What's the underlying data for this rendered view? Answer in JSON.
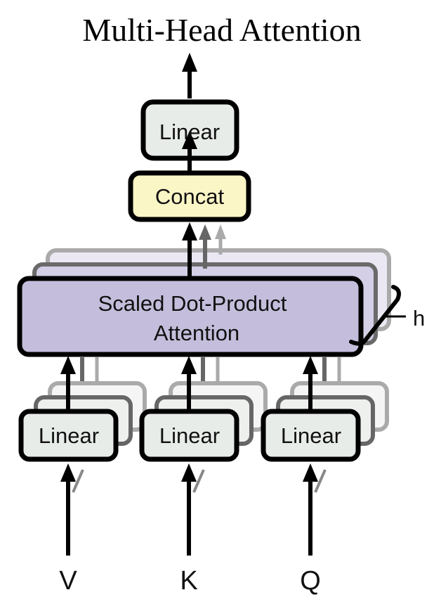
{
  "title": "Multi-Head Attention",
  "blocks": {
    "output_linear": "Linear",
    "concat": "Concat",
    "attention_line1": "Scaled Dot-Product",
    "attention_line2": "Attention",
    "linear_v": "Linear",
    "linear_k": "Linear",
    "linear_q": "Linear"
  },
  "heads_label": "h",
  "inputs": [
    "V",
    "K",
    "Q"
  ],
  "colors": {
    "linear_fill": "#e8ece9",
    "concat_fill": "#fbf6c6",
    "attention_fill": "#c4bedc",
    "stroke": "#000000"
  }
}
